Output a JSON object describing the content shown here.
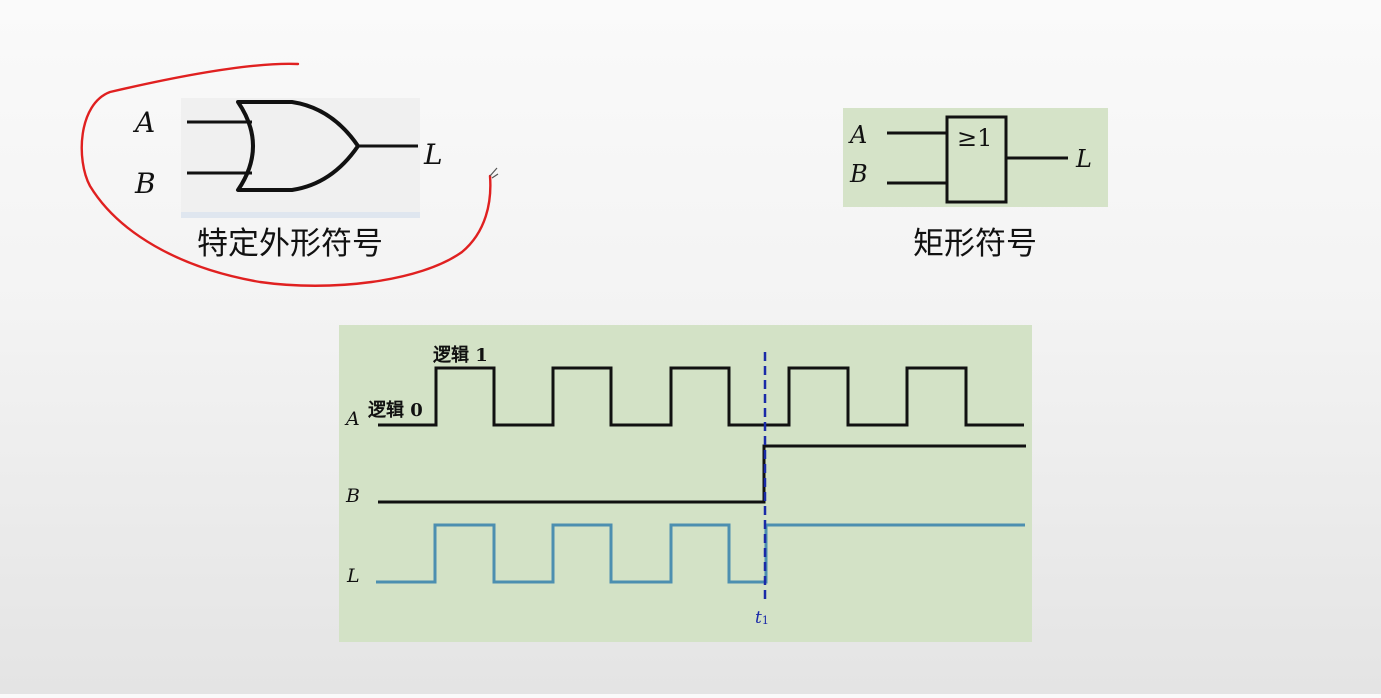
{
  "or_gate_distinctive": {
    "input_a": "A",
    "input_b": "B",
    "output": "L",
    "caption": "特定外形符号"
  },
  "or_gate_rectangular": {
    "input_a": "A",
    "input_b": "B",
    "output": "L",
    "function_symbol": "≥1",
    "caption": "矩形符号"
  },
  "timing_diagram": {
    "signals": {
      "a": "A",
      "b": "B",
      "l": "L"
    },
    "logic_high_label": "逻辑 1",
    "logic_low_label": "逻辑 0",
    "time_marker_label": "t",
    "time_marker_subscript": "1"
  },
  "colors": {
    "panel_background": "#d3e2c6",
    "annotation_red": "#e02020",
    "waveform_output": "#4c8fb0",
    "marker_dashed": "#1a2aa8"
  }
}
